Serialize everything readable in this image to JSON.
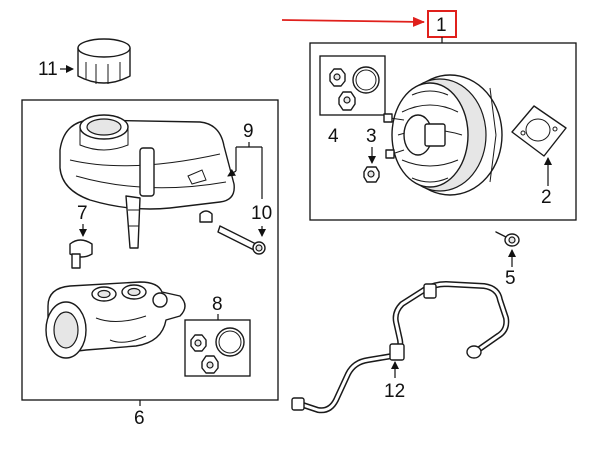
{
  "callouts": {
    "c1": "1",
    "c2": "2",
    "c3": "3",
    "c4": "4",
    "c5": "5",
    "c6": "6",
    "c7": "7",
    "c8": "8",
    "c9": "9",
    "c10": "10",
    "c11": "11",
    "c12": "12"
  },
  "colors": {
    "highlight": "#e0201c",
    "line": "#1a1a1a"
  }
}
